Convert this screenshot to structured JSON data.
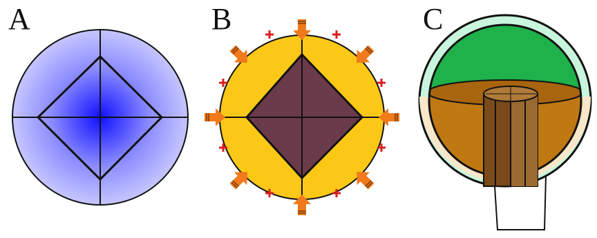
{
  "panels": [
    {
      "id": "A",
      "label": "A"
    },
    {
      "id": "B",
      "label": "B"
    },
    {
      "id": "C",
      "label": "C"
    }
  ],
  "colors": {
    "panel_a_fill_center": "#1010ff",
    "panel_a_fill_edge": "#c6c6ff",
    "panel_b_fill": "#fcc818",
    "panel_b_diamond": "#6b3a4b",
    "panel_b_arrow": "#f07a1c",
    "panel_b_plus": "#d81e1e",
    "panel_c_shell": "#c8f5dc",
    "panel_c_green": "#1fb14a",
    "panel_c_brown": "#c07812",
    "panel_c_lower_shell": "#fae6c8",
    "panel_c_column": "#7a4a1a",
    "outline": "#111111"
  },
  "icons": {
    "arrow": "orange-inward-arrow",
    "plus": "red-plus-sign"
  }
}
